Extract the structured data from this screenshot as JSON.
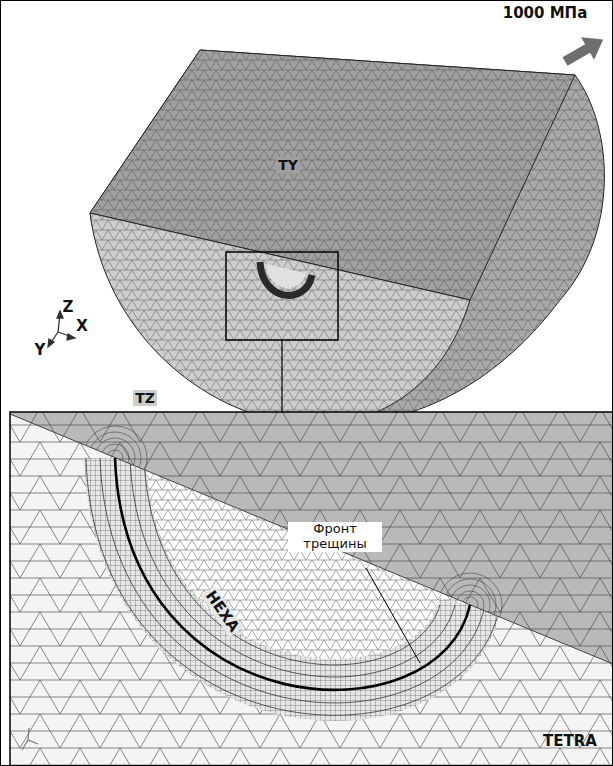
{
  "diagram": {
    "labels": [
      "1000 МПа",
      "TY",
      "TZ",
      "Z",
      "X",
      "Y",
      "Фронт трещины",
      "HEXA",
      "TETRA"
    ]
  }
}
